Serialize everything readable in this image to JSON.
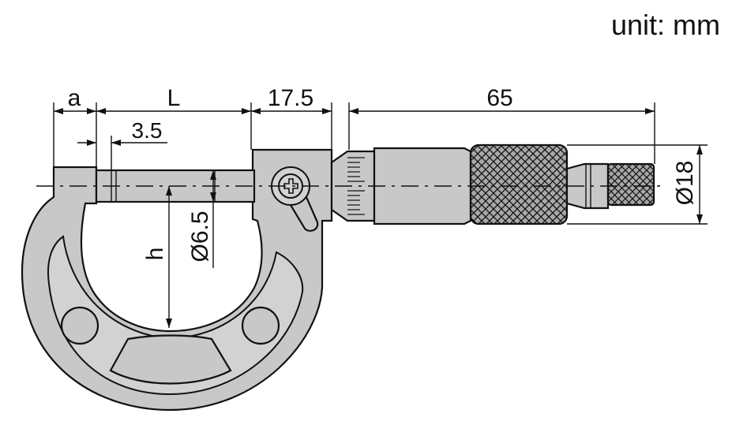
{
  "unit_label": "unit: mm",
  "dimensions": {
    "a": "a",
    "L": "L",
    "d_17_5": "17.5",
    "d_3_5": "3.5",
    "d_65": "65",
    "h": "h",
    "phi_6_5": "Ø6.5",
    "phi_18": "Ø18"
  },
  "colors": {
    "body_fill": "#c8c8c8",
    "line": "#111111",
    "background": "#ffffff"
  }
}
